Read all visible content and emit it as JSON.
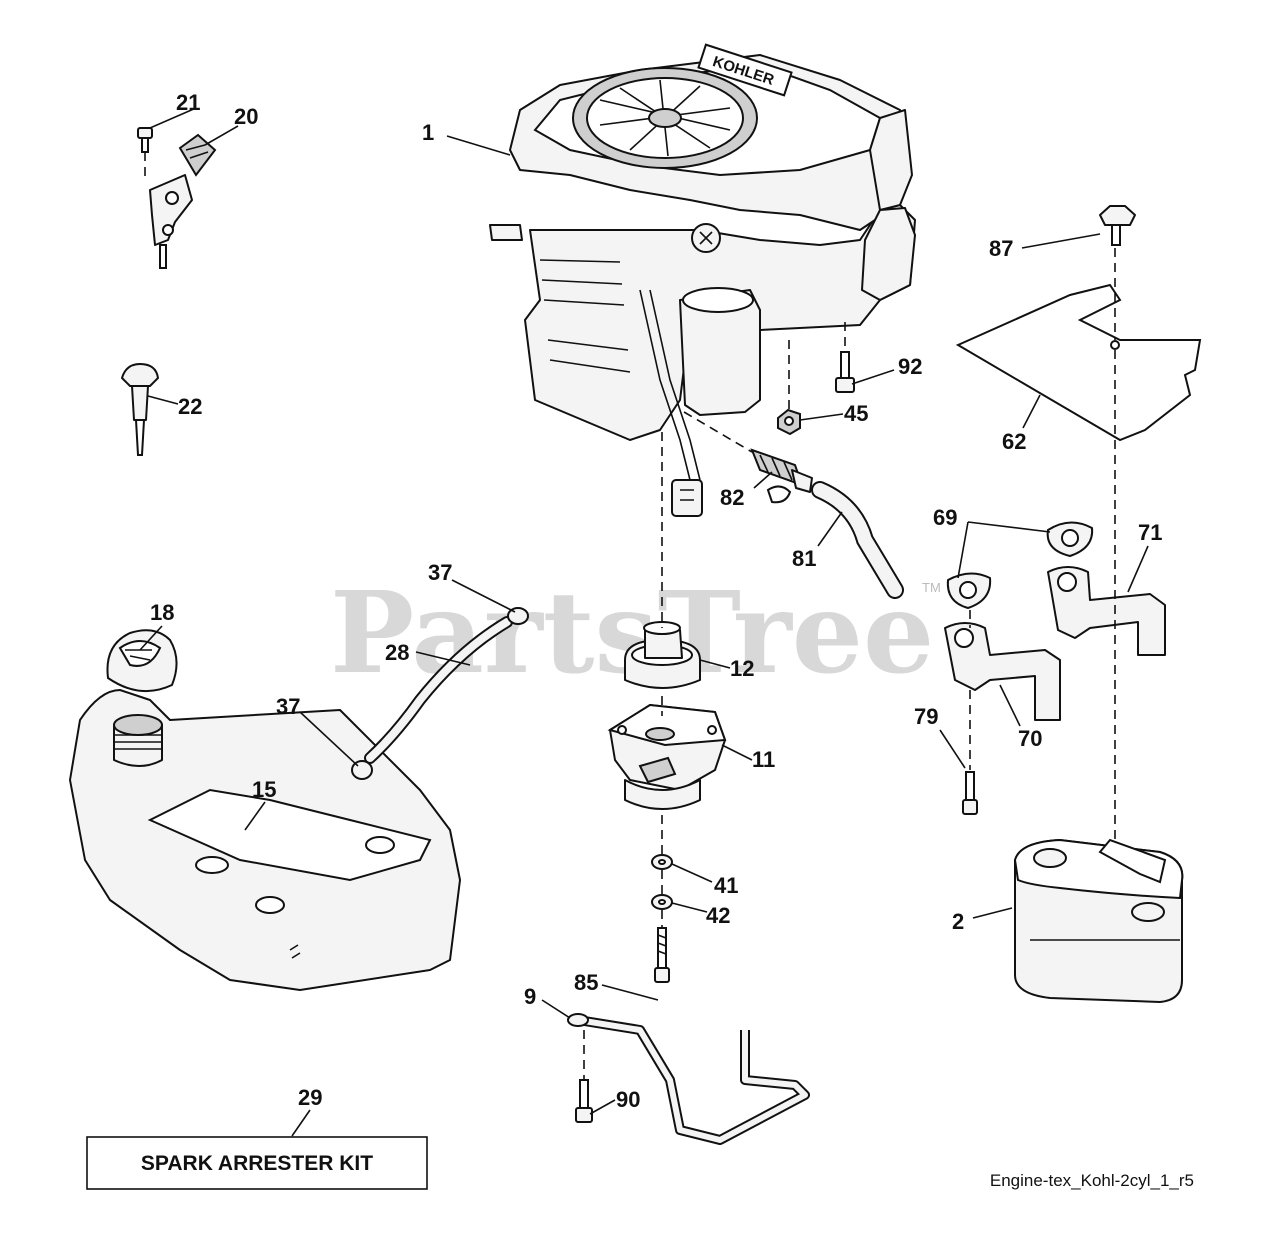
{
  "watermark": {
    "text": "PartsTree",
    "tm": "TM"
  },
  "kit_box": {
    "label": "SPARK ARRESTER KIT"
  },
  "reference": "Engine-tex_Kohl-2cyl_1_r5",
  "engine_brand": "KOHLER",
  "callouts": {
    "c1": "1",
    "c2": "2",
    "c9": "9",
    "c11": "11",
    "c12": "12",
    "c15": "15",
    "c18": "18",
    "c20": "20",
    "c21": "21",
    "c22": "22",
    "c28": "28",
    "c29": "29",
    "c37a": "37",
    "c37b": "37",
    "c41": "41",
    "c42": "42",
    "c45": "45",
    "c62": "62",
    "c69": "69",
    "c70": "70",
    "c71": "71",
    "c79": "79",
    "c81": "81",
    "c82": "82",
    "c85": "85",
    "c87": "87",
    "c90": "90",
    "c92": "92"
  }
}
